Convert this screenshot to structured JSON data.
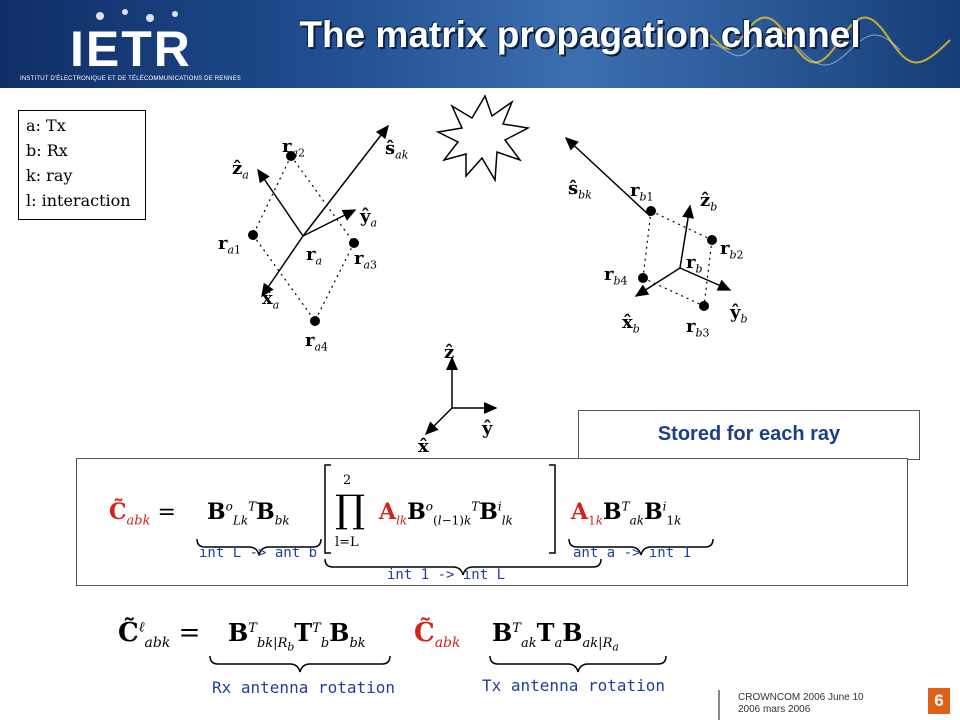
{
  "header": {
    "title": "The matrix propagation channel",
    "logo": "IETR",
    "logo_subtitle": "INSTITUT D'ÉLECTRONIQUE ET DE TÉLÉCOMMUNICATIONS DE RENNES"
  },
  "legend": {
    "lines": [
      "a: Tx",
      "b: Rx",
      "k: ray",
      "l: interaction"
    ]
  },
  "diagram": {
    "tx_labels": [
      "r_{a2}",
      "ŝ_{ak}",
      "ẑ_a",
      "ŷ_a",
      "r_{a1}",
      "r_a",
      "r_{a3}",
      "x̂_a",
      "r_{a4}"
    ],
    "rx_labels": [
      "ŝ_{bk}",
      "r_{b1}",
      "ẑ_b",
      "r_{b2}",
      "r_b",
      "r_{b4}",
      "ŷ_b",
      "x̂_b",
      "r_{b3}"
    ],
    "axes_labels": [
      "ẑ",
      "ŷ",
      "x̂"
    ]
  },
  "stored_box": {
    "label": "Stored for each ray"
  },
  "equation1": {
    "brace_labels": [
      "int L -> ant b",
      "int 1 -> int L",
      "ant a -> int 1"
    ],
    "product_upper": "2",
    "product_lower": "l=L"
  },
  "equation2": {
    "brace_labels": [
      "Rx antenna rotation",
      "Tx antenna rotation"
    ]
  },
  "footer": {
    "line1": "CROWNCOM 2006 June 10",
    "line2": "2006 mars 2006",
    "page": "6"
  },
  "colors": {
    "accent": "#d4221b",
    "label_blue": "#1f3f9a",
    "header_bg": "#1d4a8a",
    "page_badge": "#e0601a"
  }
}
